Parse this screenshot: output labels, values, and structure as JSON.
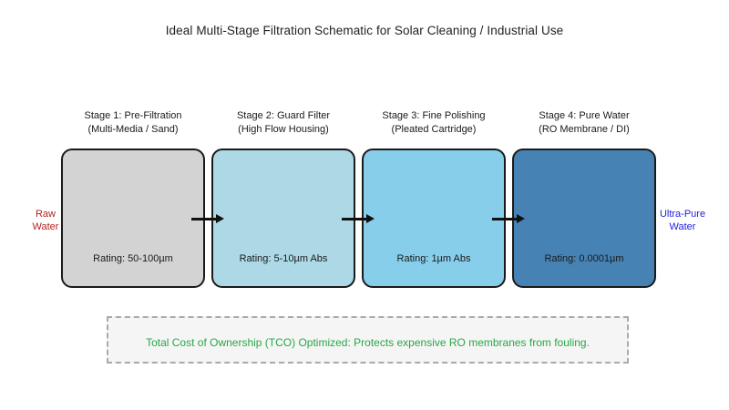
{
  "title": "Ideal Multi-Stage Filtration Schematic for Solar Cleaning / Industrial Use",
  "colors": {
    "box_border": "#1a1a1a",
    "arrow": "#111111",
    "raw_water_label": "#b22222",
    "ultra_pure_label": "#2222dd",
    "tco_text": "#28a745",
    "tco_border": "#aaaaaa",
    "tco_fill": "#f5f5f5",
    "stage1_fill": "#d3d3d3",
    "stage2_fill": "#add8e6",
    "stage3_fill": "#87ceeb",
    "stage4_fill": "#4682b4"
  },
  "stages": [
    {
      "label": "Stage 1: Pre-Filtration\n(Multi-Media / Sand)",
      "rating": "Rating: 50-100µm",
      "fill": "#d3d3d3"
    },
    {
      "label": "Stage 2: Guard Filter\n(High Flow Housing)",
      "rating": "Rating: 5-10µm Abs",
      "fill": "#add8e6"
    },
    {
      "label": "Stage 3: Fine Polishing\n(Pleated Cartridge)",
      "rating": "Rating: 1µm Abs",
      "fill": "#87ceeb"
    },
    {
      "label": "Stage 4: Pure Water\n(RO Membrane / DI)",
      "rating": "Rating: 0.0001µm",
      "fill": "#4682b4"
    }
  ],
  "flow": {
    "input_label": "Raw\nWater",
    "output_label": "Ultra-Pure\nWater"
  },
  "footnote": "Total Cost of Ownership (TCO) Optimized: Protects expensive RO membranes from fouling."
}
